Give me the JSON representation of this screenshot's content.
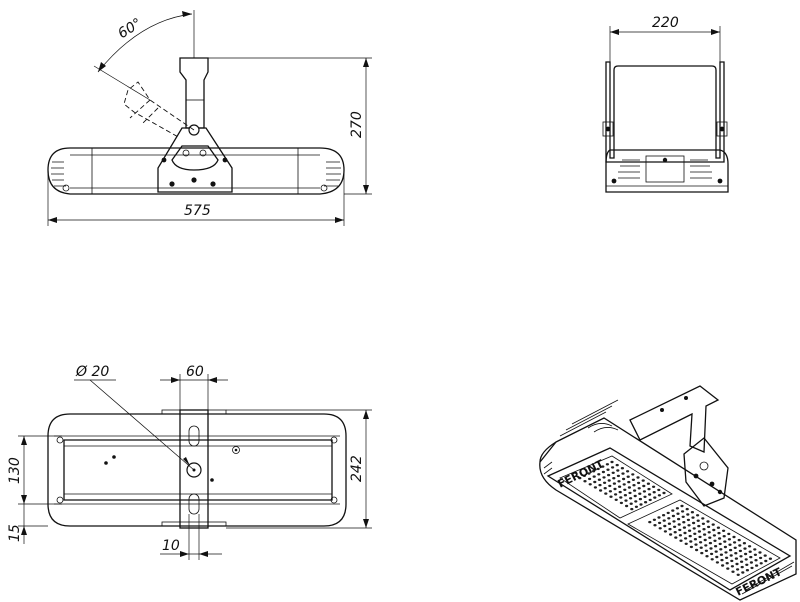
{
  "dimensions": {
    "side_view": {
      "angle": "60°",
      "height": "270",
      "length": "575"
    },
    "end_view": {
      "width": "220"
    },
    "top_view": {
      "hole_diameter": "Ø 20",
      "bracket_width": "60",
      "depth": "242",
      "slot_spacing": "130",
      "edge_offset": "15",
      "slot_width": "10"
    }
  },
  "brand_text": "FERONT"
}
